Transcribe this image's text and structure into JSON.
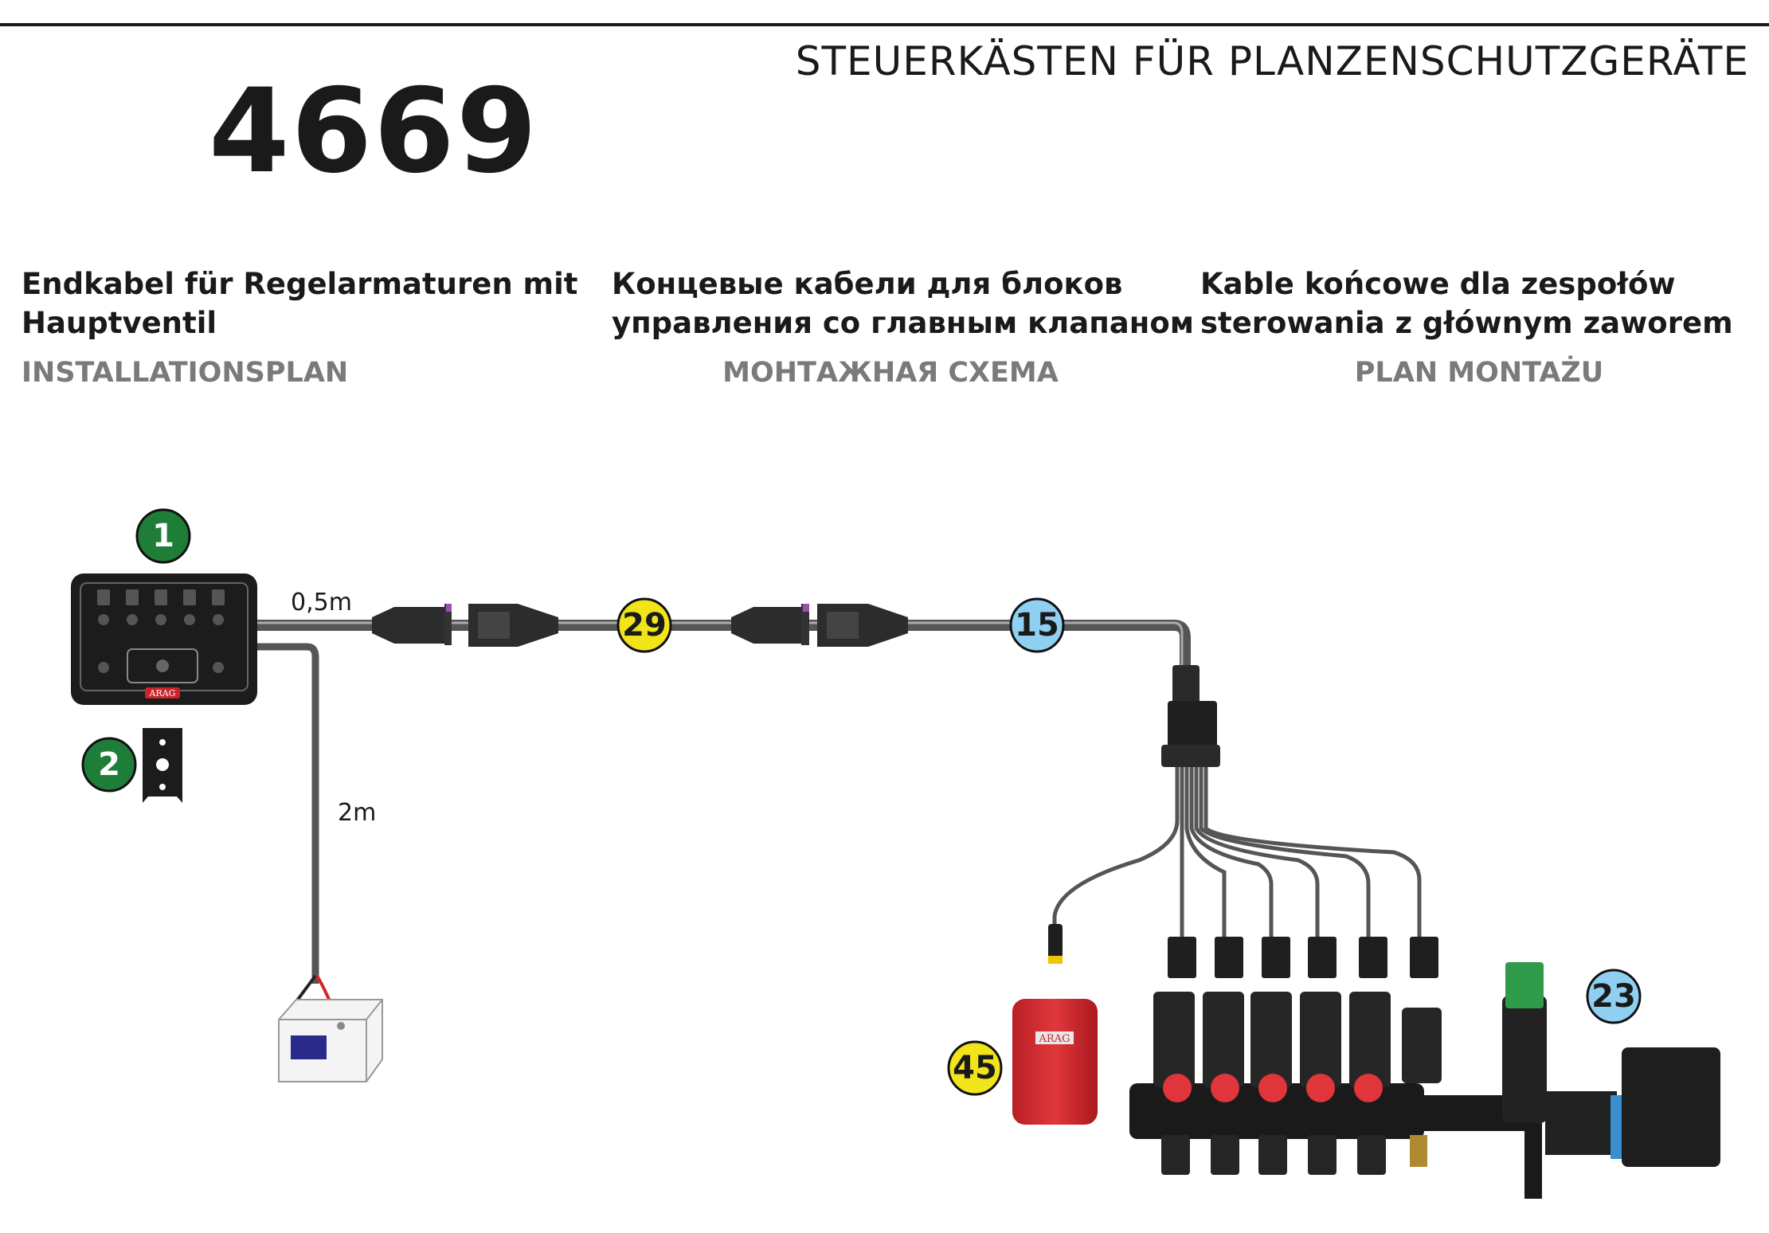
{
  "header": {
    "title": "STEUERKÄSTEN FÜR PLANZENSCHUTZGERÄTE",
    "code": "4669"
  },
  "columns": [
    {
      "heading_line1": "Endkabel für Regelarmaturen mit",
      "heading_line2": "Hauptventil",
      "subheading": "INSTALLATIONSPLAN"
    },
    {
      "heading_line1": "Концевые кабели для блоков",
      "heading_line2": "управления со главным клапаном",
      "subheading": "МОНТАЖНАЯ СХЕМА"
    },
    {
      "heading_line1": "Kable końcowe dla zespołów",
      "heading_line2": "sterowania z głównym zaworem",
      "subheading": "PLAN MONTAŻU"
    }
  ],
  "diagram": {
    "cable_lengths": {
      "control_cable": "0,5m",
      "power_cable": "2m"
    },
    "badges": [
      {
        "label": "1",
        "color": "#1e7d36",
        "text_color": "#ffffff"
      },
      {
        "label": "2",
        "color": "#1e7d36",
        "text_color": "#ffffff"
      },
      {
        "label": "29",
        "color": "#f2e41a",
        "text_color": "#1a1a1a"
      },
      {
        "label": "15",
        "color": "#8fd0f2",
        "text_color": "#1a1a1a"
      },
      {
        "label": "45",
        "color": "#f2e41a",
        "text_color": "#1a1a1a"
      },
      {
        "label": "23",
        "color": "#8fd0f2",
        "text_color": "#1a1a1a"
      }
    ],
    "brand_logo": "ARAG"
  }
}
